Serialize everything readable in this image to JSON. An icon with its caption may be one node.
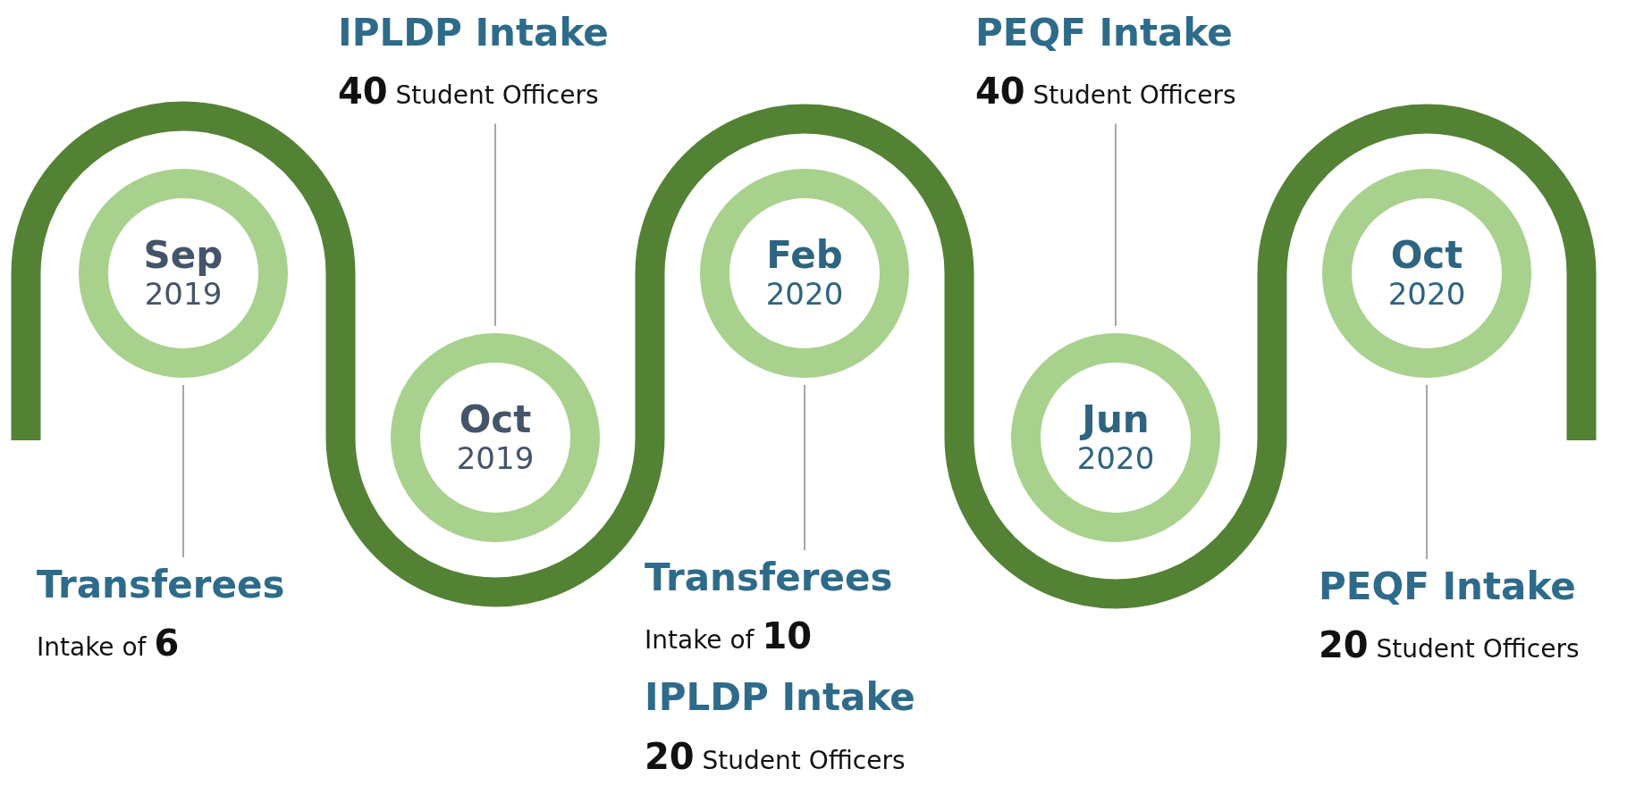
{
  "diagram": {
    "nodes": [
      {
        "text": [
          "Sep",
          "2019"
        ]
      },
      {
        "text": [
          "Transferees",
          "Intake of **6**"
        ]
      },
      {
        "text": [
          "Oct",
          "2019"
        ]
      },
      {
        "text": [
          "IPLDP Intake",
          "**40** Student Officers"
        ]
      },
      {
        "text": [
          "Feb",
          "2020"
        ]
      },
      {
        "text": [
          "Transferees",
          "Intake of **10**",
          "IPLDP Intake",
          "**20** Student Officers"
        ]
      },
      {
        "text": [
          "Jun",
          "2020"
        ]
      },
      {
        "text": [
          "PEQF Intake",
          "**40** Student Officers"
        ]
      },
      {
        "text": [
          "Oct",
          "2020"
        ]
      },
      {
        "text": [
          "PEQF Intake",
          "**20** Student Officers"
        ]
      }
    ],
    "edges": [
      {
        "from": 0,
        "to": 1,
        "arrow": "none"
      },
      {
        "from": 2,
        "to": 3,
        "arrow": "none"
      },
      {
        "from": 4,
        "to": 5,
        "arrow": "none"
      },
      {
        "from": 6,
        "to": 7,
        "arrow": "none"
      },
      {
        "from": 8,
        "to": 9,
        "arrow": "none"
      }
    ]
  }
}
